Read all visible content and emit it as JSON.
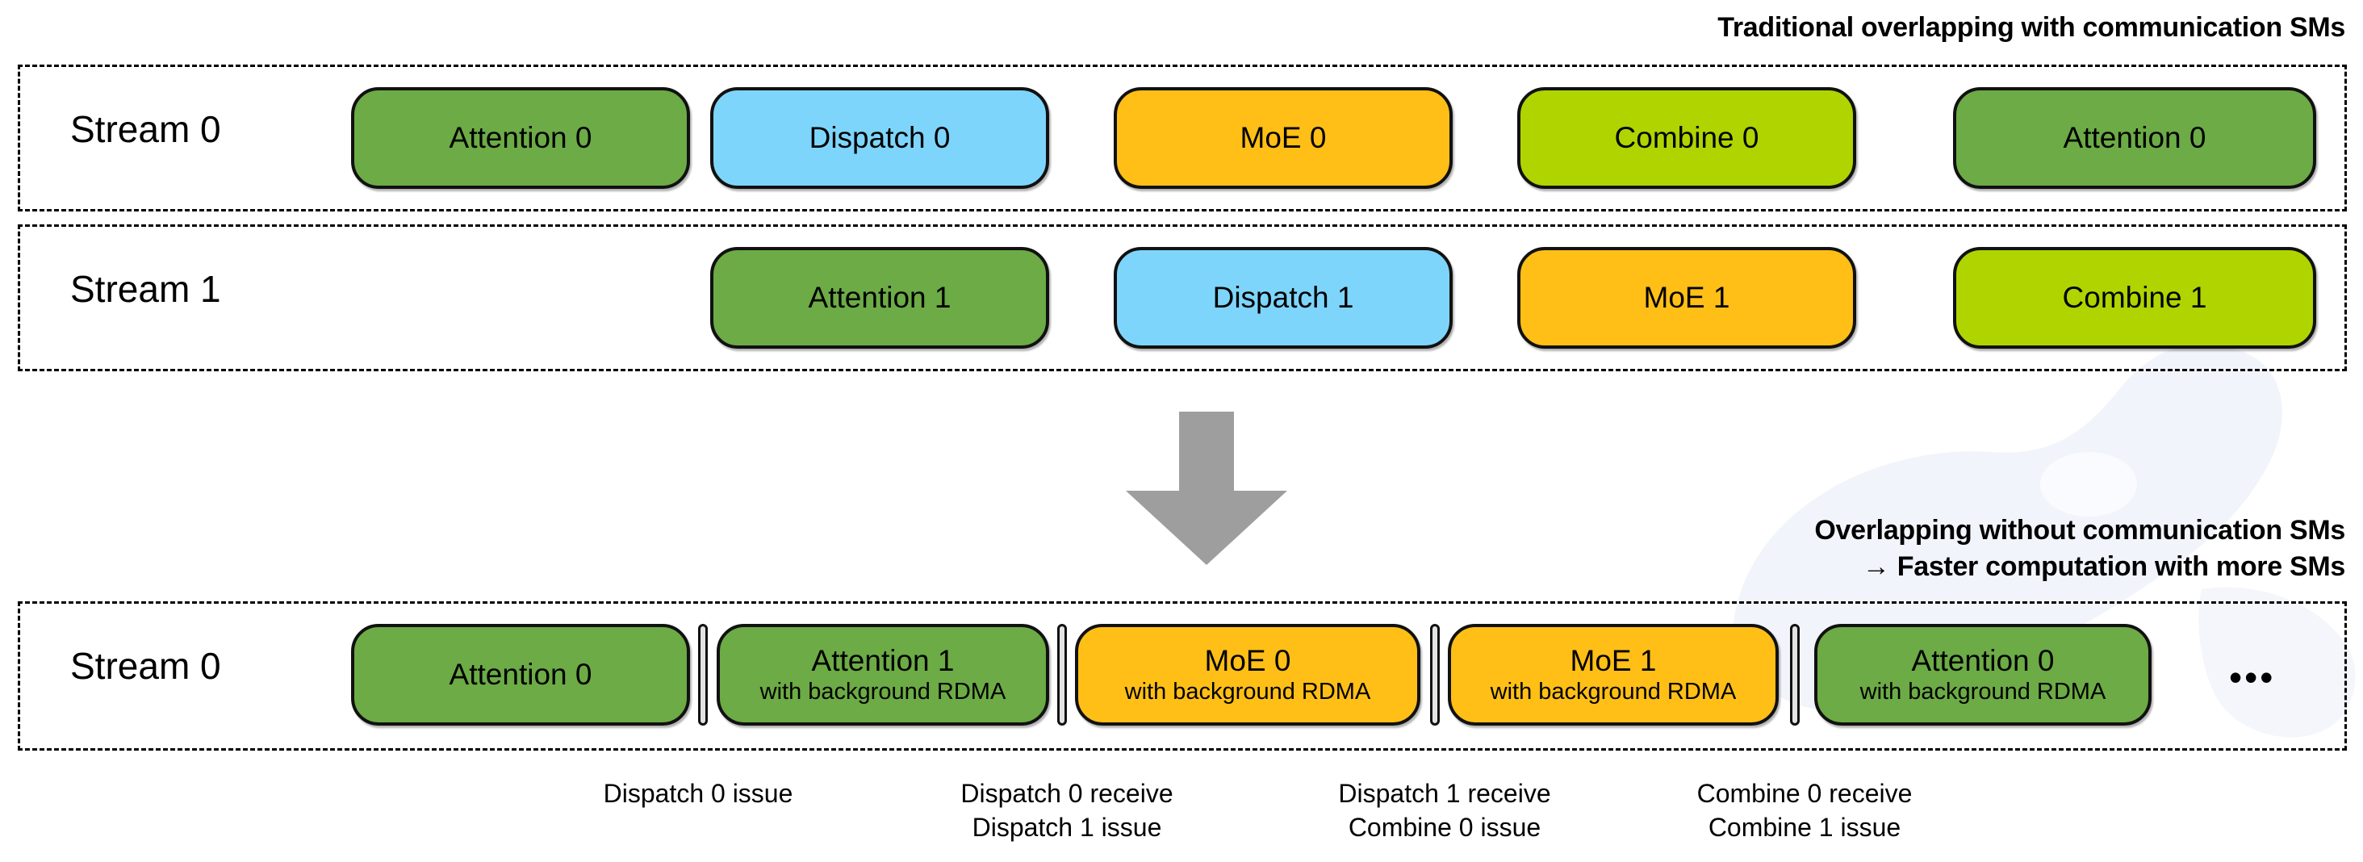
{
  "headings": {
    "top": "Traditional overlapping with communication SMs",
    "bottom_line1": "Overlapping without communication SMs",
    "bottom_line2": "→ Faster computation with more SMs"
  },
  "colors": {
    "attention": "#6CAB45",
    "dispatch": "#7ED5FB",
    "moe": "#FFBF16",
    "combine": "#AFD400",
    "arrow": "#9E9E9E",
    "separator": "#E3E3E3",
    "outline": "#111111"
  },
  "traditional": {
    "rows": [
      {
        "label": "Stream 0",
        "blocks": [
          {
            "title": "Attention 0",
            "sub": "",
            "kind": "attention"
          },
          {
            "title": "Dispatch 0",
            "sub": "",
            "kind": "dispatch"
          },
          {
            "title": "MoE 0",
            "sub": "",
            "kind": "moe"
          },
          {
            "title": "Combine 0",
            "sub": "",
            "kind": "combine"
          },
          {
            "title": "Attention 0",
            "sub": "",
            "kind": "attention"
          }
        ]
      },
      {
        "label": "Stream 1",
        "blocks": [
          {
            "title": "Attention 1",
            "sub": "",
            "kind": "attention"
          },
          {
            "title": "Dispatch 1",
            "sub": "",
            "kind": "dispatch"
          },
          {
            "title": "MoE 1",
            "sub": "",
            "kind": "moe"
          },
          {
            "title": "Combine 1",
            "sub": "",
            "kind": "combine"
          }
        ]
      }
    ]
  },
  "optimized": {
    "row": {
      "label": "Stream 0",
      "trailing": "•••",
      "blocks": [
        {
          "title": "Attention 0",
          "sub": "",
          "kind": "attention"
        },
        {
          "title": "Attention 1",
          "sub": "with background RDMA",
          "kind": "attention"
        },
        {
          "title": "MoE 0",
          "sub": "with background RDMA",
          "kind": "moe"
        },
        {
          "title": "MoE 1",
          "sub": "with background RDMA",
          "kind": "moe"
        },
        {
          "title": "Attention 0",
          "sub": "with background RDMA",
          "kind": "attention"
        }
      ]
    },
    "annotations": [
      {
        "line1": "Dispatch 0 issue",
        "line2": ""
      },
      {
        "line1": "Dispatch 0 receive",
        "line2": "Dispatch 1 issue"
      },
      {
        "line1": "Dispatch 1 receive",
        "line2": "Combine 0 issue"
      },
      {
        "line1": "Combine 0 receive",
        "line2": "Combine 1 issue"
      }
    ]
  }
}
